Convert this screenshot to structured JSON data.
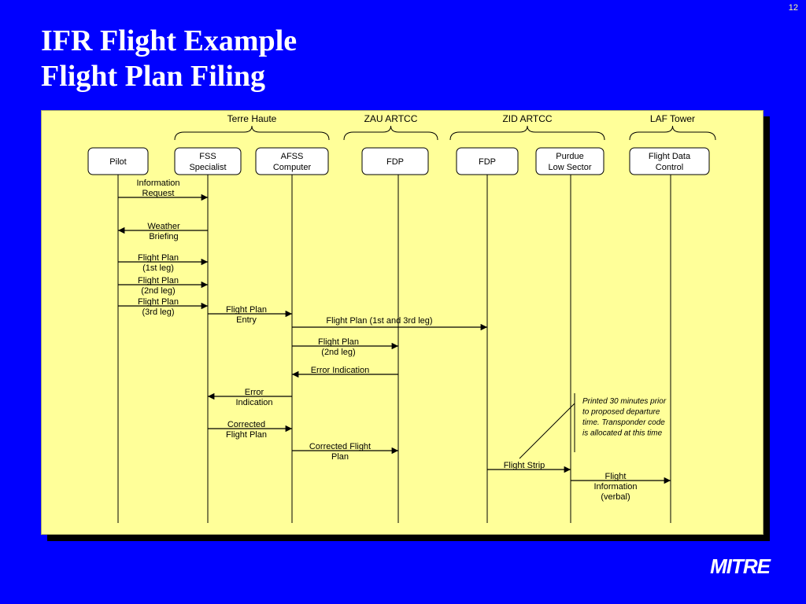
{
  "slide": {
    "page_number": "12",
    "title_line1": "IFR Flight Example",
    "title_line2": "Flight Plan Filing",
    "logo_text": "MITRE",
    "colors": {
      "background": "#0000ff",
      "panel": "#ffff99",
      "shadow": "#000000",
      "title": "#ffffff",
      "ink": "#000000"
    }
  },
  "diagram": {
    "groups": [
      {
        "id": "terre-haute",
        "label": "Terre Haute"
      },
      {
        "id": "zau-artcc",
        "label": "ZAU ARTCC"
      },
      {
        "id": "zid-artcc",
        "label": "ZID ARTCC"
      },
      {
        "id": "laf-tower",
        "label": "LAF Tower"
      }
    ],
    "actors": [
      {
        "id": "pilot",
        "lines": [
          "Pilot"
        ]
      },
      {
        "id": "fss",
        "lines": [
          "FSS",
          "Specialist"
        ]
      },
      {
        "id": "afss",
        "lines": [
          "AFSS",
          "Computer"
        ]
      },
      {
        "id": "fdp-zau",
        "lines": [
          "FDP"
        ]
      },
      {
        "id": "fdp-zid",
        "lines": [
          "FDP"
        ]
      },
      {
        "id": "purdue",
        "lines": [
          "Purdue",
          "Low  Sector"
        ]
      },
      {
        "id": "fdc",
        "lines": [
          "Flight Data",
          "Control"
        ]
      }
    ],
    "messages": [
      {
        "from": "pilot",
        "to": "fss",
        "lines": [
          "Information",
          "Request"
        ]
      },
      {
        "from": "fss",
        "to": "pilot",
        "lines": [
          "Weather",
          "Briefing"
        ]
      },
      {
        "from": "pilot",
        "to": "fss",
        "lines": [
          "Flight Plan",
          "(1st leg)"
        ]
      },
      {
        "from": "pilot",
        "to": "fss",
        "lines": [
          "Flight Plan",
          "(2nd leg)"
        ]
      },
      {
        "from": "pilot",
        "to": "fss",
        "lines": [
          "Flight Plan",
          "(3rd leg)"
        ]
      },
      {
        "from": "fss",
        "to": "afss",
        "lines": [
          "Flight Plan",
          "Entry"
        ]
      },
      {
        "from": "afss",
        "to": "fdp-zid",
        "lines": [
          "Flight Plan (1st and 3rd leg)"
        ]
      },
      {
        "from": "afss",
        "to": "fdp-zau",
        "lines": [
          "Flight Plan",
          "(2nd leg)"
        ]
      },
      {
        "from": "fdp-zau",
        "to": "afss",
        "lines": [
          "Error Indication"
        ]
      },
      {
        "from": "afss",
        "to": "fss",
        "lines": [
          "Error",
          "Indication"
        ]
      },
      {
        "from": "fss",
        "to": "afss",
        "lines": [
          "Corrected",
          "Flight Plan"
        ]
      },
      {
        "from": "afss",
        "to": "fdp-zau",
        "lines": [
          "Corrected Flight",
          "Plan"
        ]
      },
      {
        "from": "fdp-zid",
        "to": "purdue",
        "lines": [
          "Flight Strip"
        ]
      },
      {
        "from": "purdue",
        "to": "fdc",
        "lines": [
          "Flight",
          "Information",
          "(verbal)"
        ]
      }
    ],
    "note": {
      "lines": [
        "Printed 30 minutes prior",
        "to proposed departure",
        "time. Transponder code",
        "is allocated at this time"
      ]
    }
  }
}
